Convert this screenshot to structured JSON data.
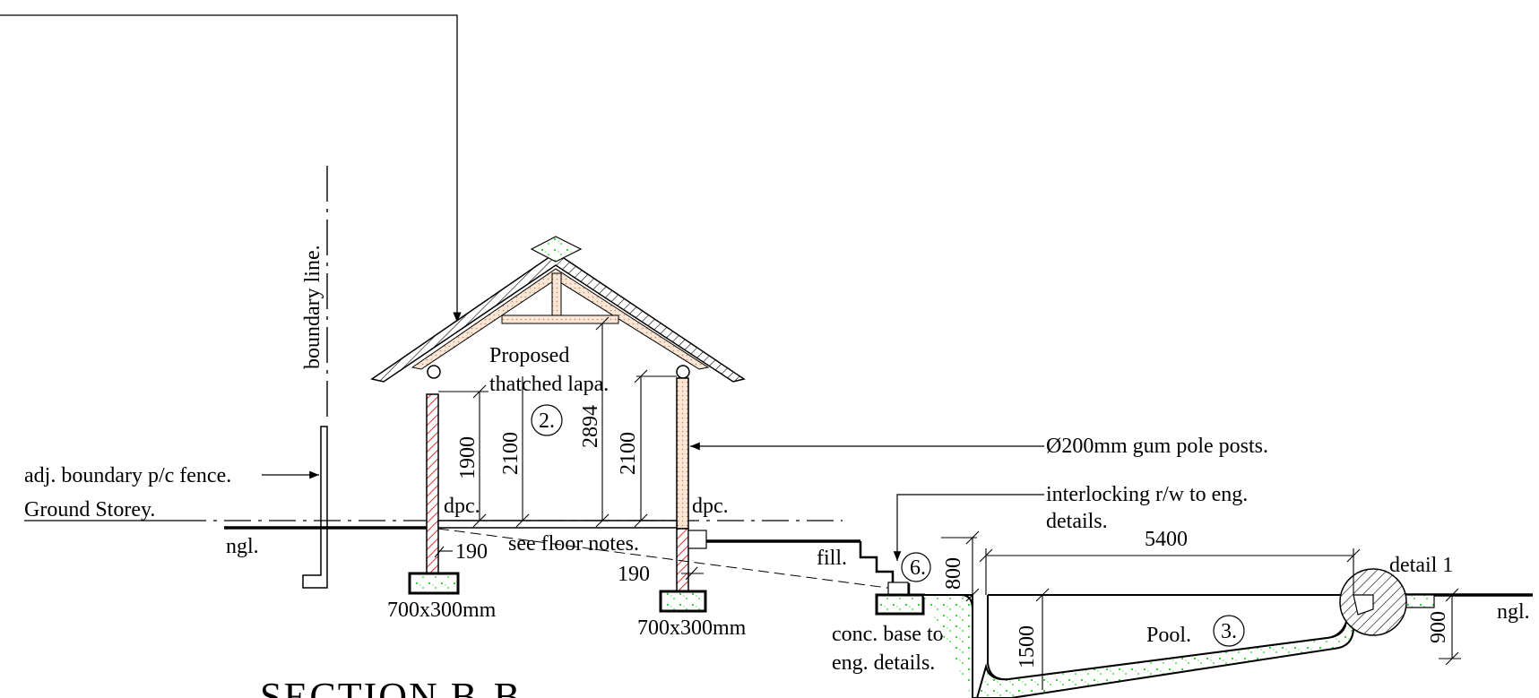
{
  "labels": {
    "boundary_line": "boundary line.",
    "proposed_line1": "Proposed",
    "proposed_line2": "thatched lapa.",
    "tag_lapa": "2.",
    "tag_pool": "3.",
    "tag_steps": "6.",
    "adj_fence": "adj. boundary p/c fence.",
    "ground_storey": "Ground Storey.",
    "ngl_left": "ngl.",
    "ngl_right": "ngl.",
    "dpc_left": "dpc.",
    "dpc_right": "dpc.",
    "floor_notes": "see floor notes.",
    "gum_posts": "Ø200mm gum pole posts.",
    "interlock_line1": "interlocking r/w to eng.",
    "interlock_line2": "details.",
    "fill": "fill.",
    "conc_line1": "conc.  base to",
    "conc_line2": "eng. details.",
    "footing_left": "700x300mm",
    "footing_right": "700x300mm",
    "pool": "Pool.",
    "detail": "detail 1",
    "section_title": "SECTION B-B"
  },
  "dimensions": {
    "d1900": "1900",
    "d2100_left": "2100",
    "d2894": "2894",
    "d2100_right": "2100",
    "d190_left": "190",
    "d190_right": "190",
    "d800": "800",
    "d5400": "5400",
    "d1500": "1500",
    "d900": "900"
  },
  "colors": {
    "line": "#000000",
    "brick_hatch": "#e03030",
    "concrete_speckle": "#22cc22",
    "thatch_fill": "#f6d6c0"
  }
}
